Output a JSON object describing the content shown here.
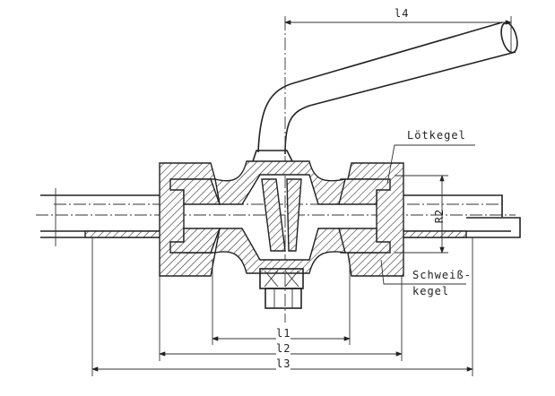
{
  "labels": {
    "l4": "l4",
    "loetkegel": "Lötkegel",
    "r2": "R2",
    "schweiss_line1": "Schweiß-",
    "schweiss_line2": "kegel",
    "l1": "l1",
    "l2": "l2",
    "l3": "l3"
  }
}
